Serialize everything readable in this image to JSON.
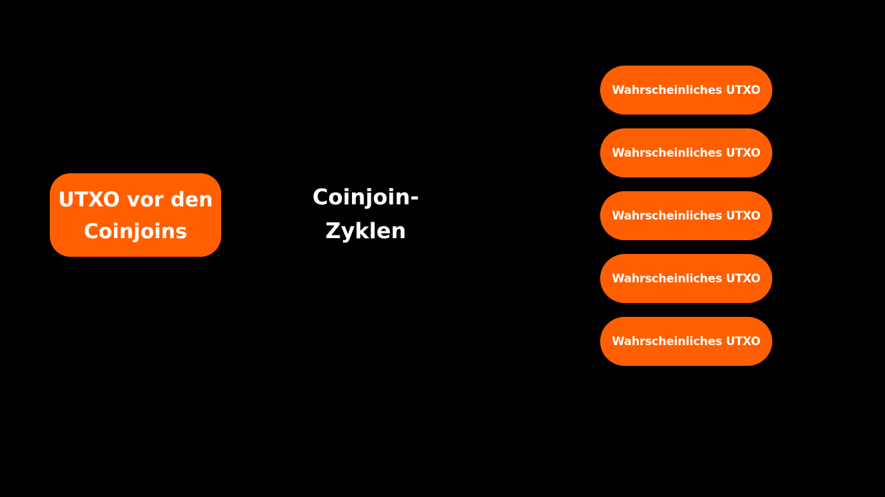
{
  "colors": {
    "background": "#000000",
    "node_fill": "#ff5f00",
    "text": "#ffffff"
  },
  "source": {
    "label": "UTXO vor den Coinjoins"
  },
  "process": {
    "label": "Coinjoin-Zyklen"
  },
  "outputs": [
    {
      "label": "Wahrscheinliches UTXO"
    },
    {
      "label": "Wahrscheinliches UTXO"
    },
    {
      "label": "Wahrscheinliches UTXO"
    },
    {
      "label": "Wahrscheinliches UTXO"
    },
    {
      "label": "Wahrscheinliches UTXO"
    }
  ]
}
